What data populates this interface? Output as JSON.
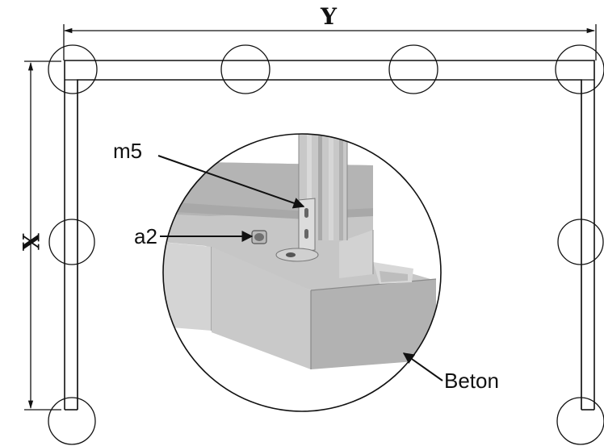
{
  "dimensions": {
    "width_label": "Y",
    "height_label": "X"
  },
  "callouts": {
    "bracket": "m5",
    "anchor": "a2",
    "base": "Beton"
  }
}
